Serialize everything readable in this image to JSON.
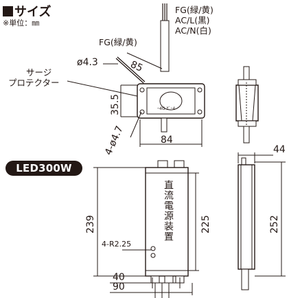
{
  "header": {
    "title": "サイズ",
    "unit_note": "※単位：㎜"
  },
  "wire_labels": {
    "fg_top": "FG(緑/黄)",
    "ac_l": "AC/L(黒)",
    "ac_n": "AC/N(白)",
    "fg_side": "FG(緑/黄)"
  },
  "surge": {
    "line1": "サージ",
    "line2": "プロテクター",
    "hole_dia": "ø4.3",
    "cable_len": "85",
    "height": "35.5",
    "hole_dia2": "4-ø4.7",
    "width": "84"
  },
  "model_badge": "LED300W",
  "psu": {
    "label": "直流電源装置",
    "height_overall": "239",
    "height_inner": "225",
    "corner_r": "4-R2.25",
    "dim_40": "40",
    "dim_90": "90",
    "side_width": "44",
    "side_height": "252"
  }
}
